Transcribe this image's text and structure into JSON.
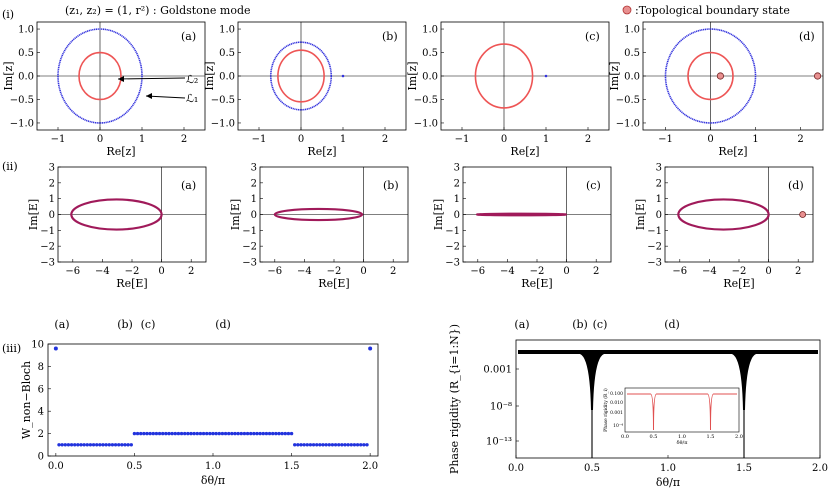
{
  "header": {
    "row_i_label": "(i)",
    "row_ii_label": "(ii)",
    "row_iii_label": "(iii)",
    "title": "(z₁, z₂) = (1, r²) : Goldstone mode",
    "legend_text": ":Topological boundary state"
  },
  "panel_tags": [
    "(a)",
    "(b)",
    "(c)",
    "(d)"
  ],
  "z_panels": {
    "xlabel": "Re[z]",
    "ylabel": "Im[z]",
    "xticks": [
      "−1",
      "0",
      "1",
      "2"
    ],
    "yticks": [
      "1.0",
      "0.5",
      "0.0",
      "−0.5",
      "−1.0"
    ],
    "annot_L2": "ℒ₂",
    "annot_L1": "ℒ₁",
    "colors": {
      "L1": "#3333dd",
      "L2": "#ee5555",
      "state_fill": "#e89090"
    }
  },
  "E_panels": {
    "xlabel": "Re[E]",
    "ylabel": "Im[E]",
    "xticks": [
      "−6",
      "−4",
      "−2",
      "0",
      "2"
    ],
    "yticks": [
      "3",
      "2",
      "1",
      "0",
      "−1",
      "−2",
      "−3"
    ],
    "colors": {
      "curve": "#a01a5a"
    }
  },
  "bottom_left": {
    "top_labels": [
      "(a)",
      "(b)",
      "(c)",
      "(d)"
    ],
    "ylabel": "W_non−Bloch",
    "xlabel": "δθ/π",
    "xticks": [
      "0.0",
      "0.5",
      "1.0",
      "1.5",
      "2.0"
    ],
    "yticks": [
      "10",
      "8",
      "6",
      "4",
      "2",
      "0"
    ]
  },
  "bottom_right": {
    "top_labels": [
      "(a)",
      "(b)",
      "(c)",
      "(d)"
    ],
    "ylabel": "Phase rigidity (R_{i=1:N})",
    "xlabel": "δθ/π",
    "xticks": [
      "0.0",
      "0.5",
      "1.0",
      "1.5",
      "2.0"
    ],
    "yticks": [
      "0.001",
      "10⁻⁸",
      "10⁻¹³"
    ],
    "inset": {
      "ylabel": "Phase rigidity (R_i)",
      "xlabel": "δθ/π",
      "xticks": [
        "0.0",
        "0.5",
        "1.0",
        "1.5",
        "2.0"
      ],
      "yticks": [
        "0.100",
        "0.010",
        "0.001",
        "10⁻⁴"
      ]
    }
  },
  "chart_data": [
    {
      "type": "scatter",
      "panel": "(iii) left",
      "xlabel": "δθ/π",
      "ylabel": "W_non−Bloch",
      "xlim": [
        -0.05,
        2.05
      ],
      "ylim": [
        0,
        10
      ],
      "series": [
        {
          "x": [
            0.0,
            2.0
          ],
          "values": [
            9.6,
            9.6
          ]
        },
        {
          "x_range": [
            0.02,
            0.48
          ],
          "value": 1.0
        },
        {
          "x_range": [
            0.5,
            1.5
          ],
          "value": 2.0
        },
        {
          "x_range": [
            1.52,
            1.98
          ],
          "value": 1.0
        }
      ],
      "color": "#2233dd"
    },
    {
      "type": "line",
      "panel": "(iii) right",
      "xlabel": "δθ/π",
      "ylabel": "Phase rigidity (R_{i=1:N})",
      "xlim": [
        0,
        2
      ],
      "yscale": "log",
      "dips_at": [
        0.5,
        1.5
      ],
      "color": "#000000"
    }
  ]
}
